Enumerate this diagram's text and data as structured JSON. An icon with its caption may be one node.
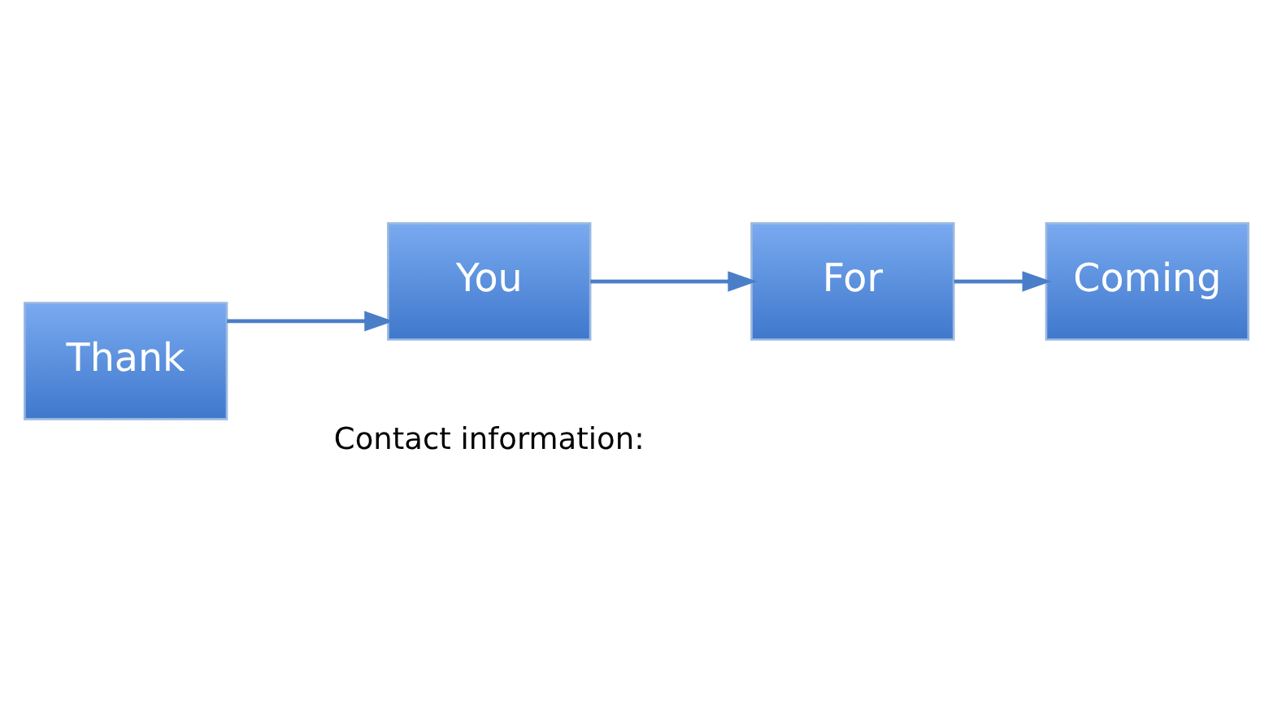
{
  "diagram": {
    "nodes": [
      {
        "text": [
          "Thank"
        ]
      },
      {
        "text": [
          "You"
        ]
      },
      {
        "text": [
          "For"
        ]
      },
      {
        "text": [
          "Coming"
        ]
      }
    ],
    "edges": [
      {
        "from": 0,
        "to": 1,
        "arrow": "to"
      },
      {
        "from": 1,
        "to": 2,
        "arrow": "to"
      },
      {
        "from": 2,
        "to": 3,
        "arrow": "to"
      }
    ],
    "labels": [
      "Contact information:"
    ]
  }
}
